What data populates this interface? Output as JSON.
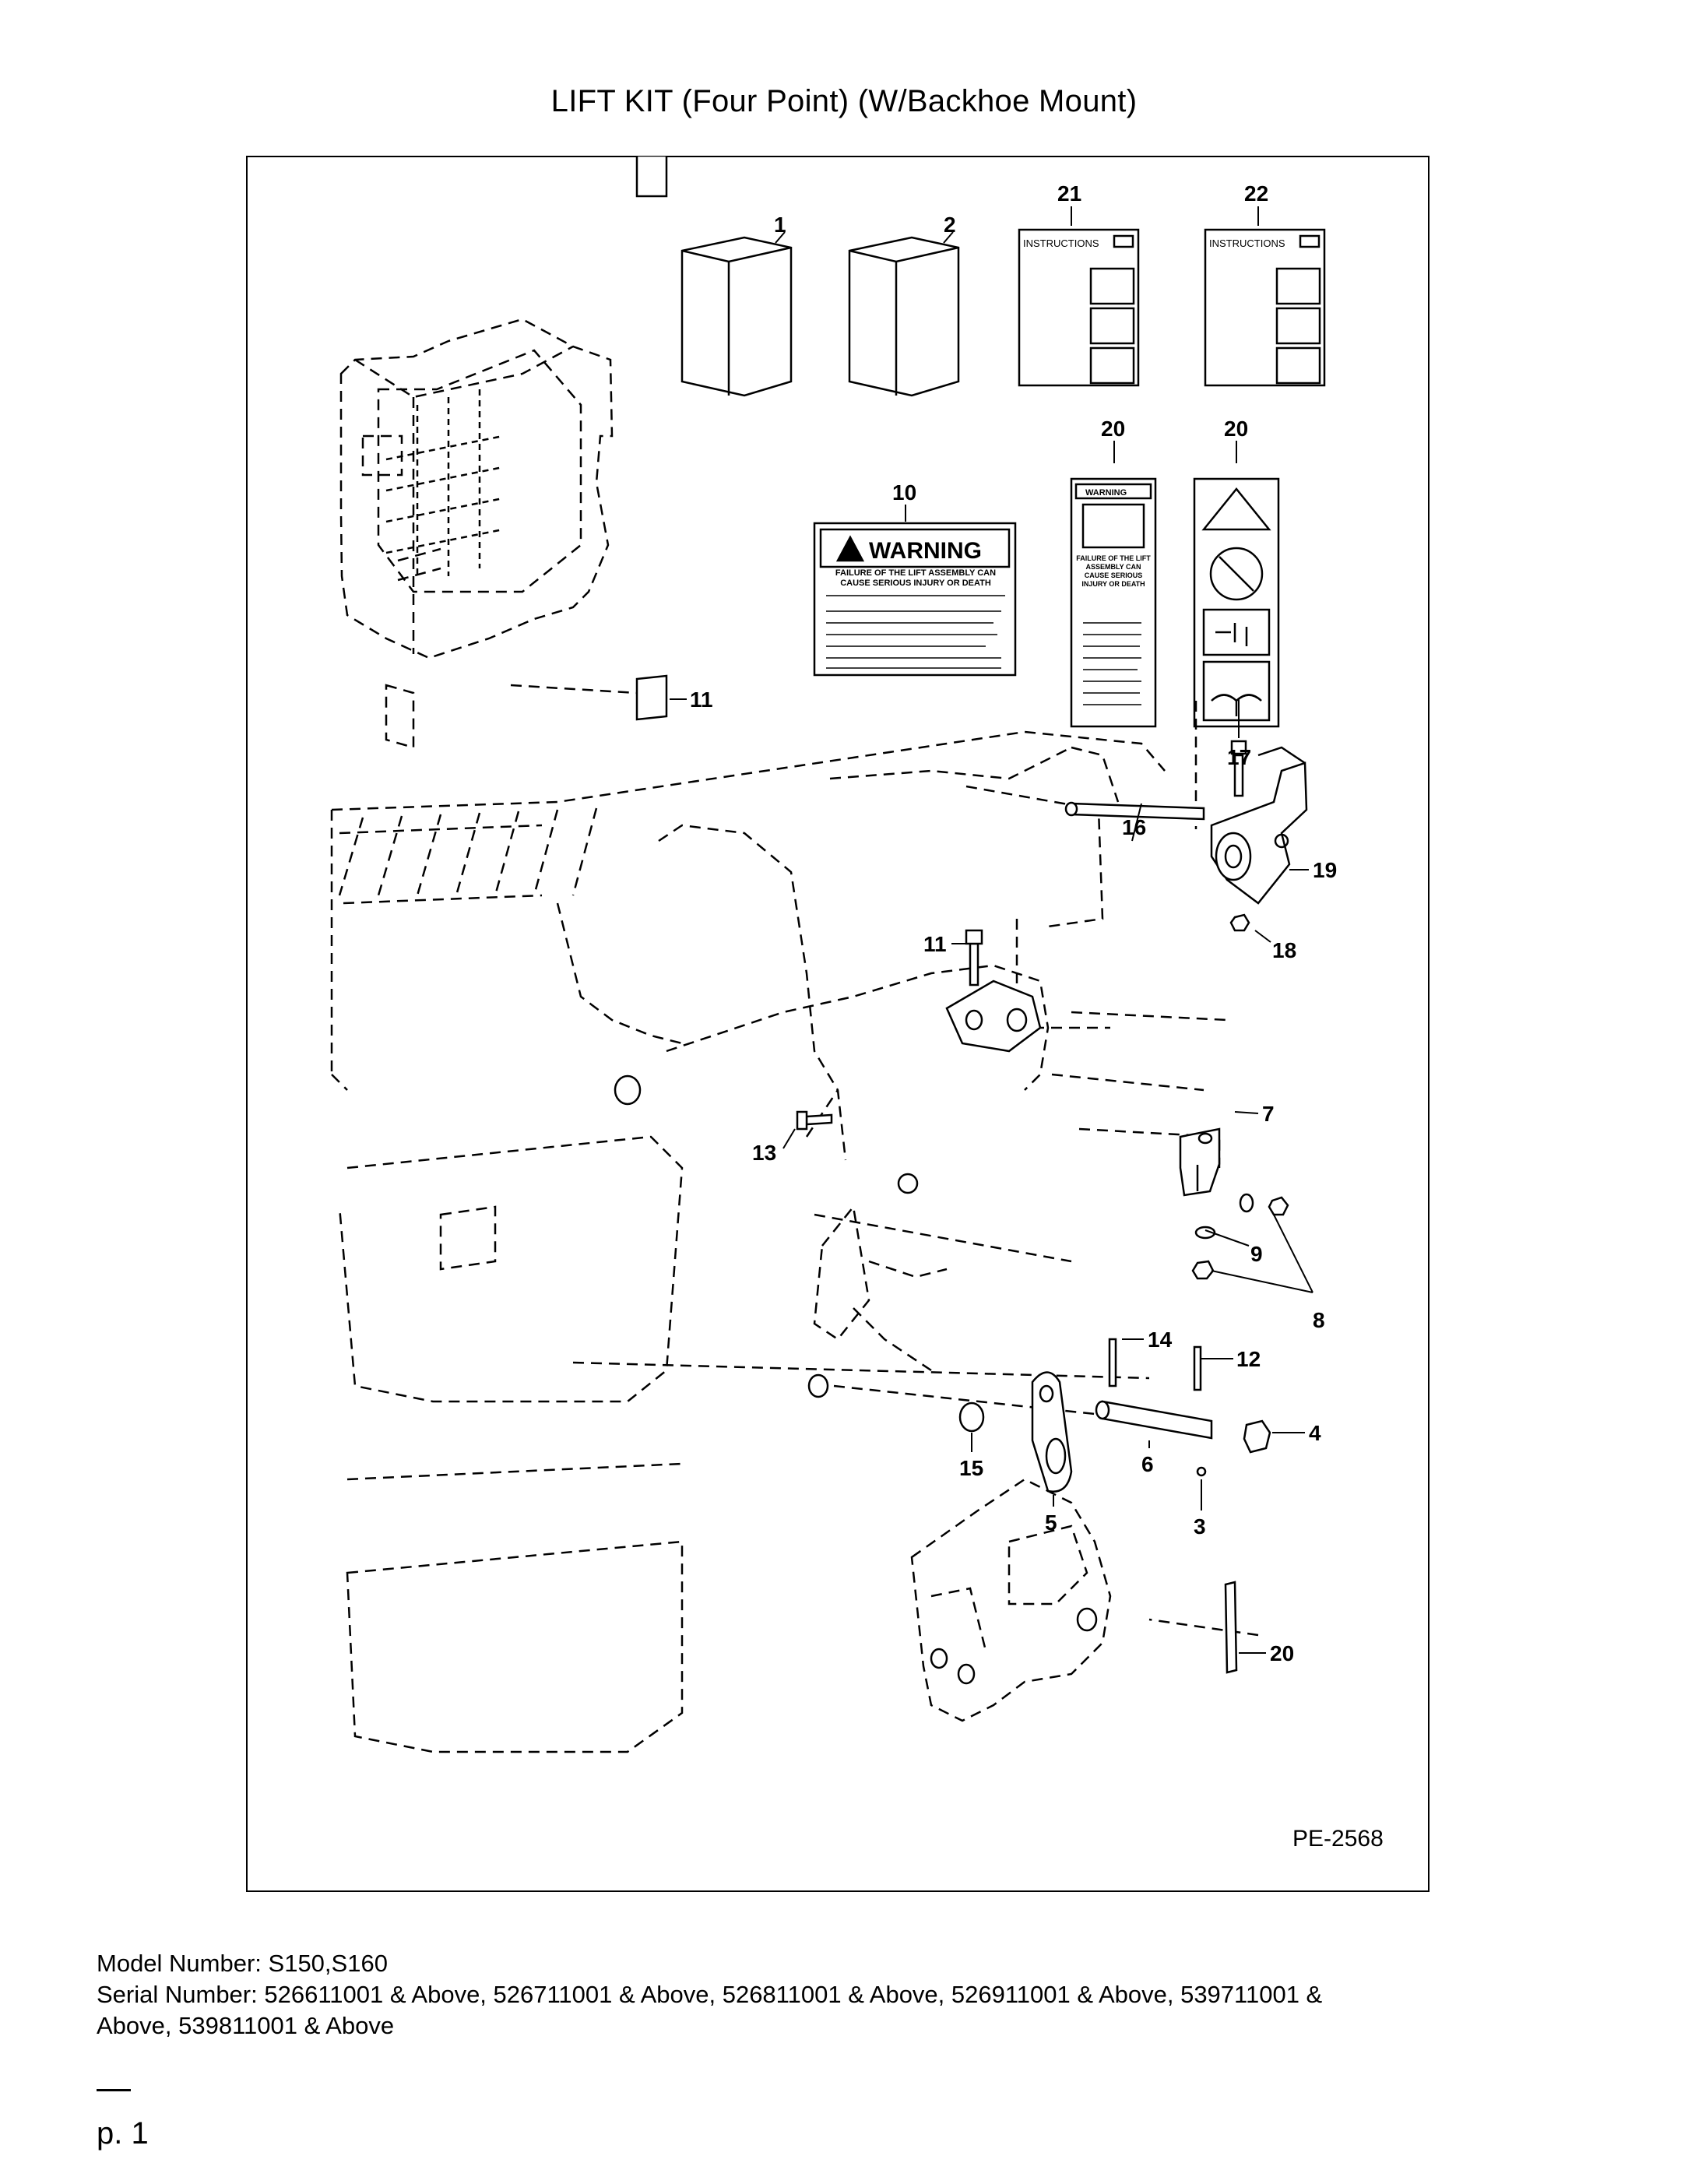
{
  "page": {
    "title": "LIFT KIT (Four Point) (W/Backhoe Mount)",
    "figure_code": "PE-2568",
    "model_line": "Model Number: S150,S160",
    "serial_line_1": "Serial Number: 526611001 & Above, 526711001 & Above, 526811001 & Above, 526911001 & Above, 539711001 &",
    "serial_line_2": "Above, 539811001 & Above",
    "page_number": "p. 1"
  },
  "diagram": {
    "callouts": [
      "1",
      "2",
      "21",
      "22",
      "20",
      "20",
      "10",
      "11",
      "17",
      "16",
      "19",
      "11",
      "18",
      "7",
      "13",
      "9",
      "8",
      "14",
      "12",
      "4",
      "15",
      "6",
      "5",
      "3",
      "20"
    ],
    "decals": {
      "instructions_label": "INSTRUCTIONS",
      "warning_header": "WARNING",
      "warning_text": "FAILURE OF THE LIFT ASSEMBLY CAN CAUSE SERIOUS INJURY OR DEATH",
      "small_warning_header": "WARNING",
      "small_warning_text": "FAILURE OF THE LIFT ASSEMBLY CAN CAUSE SERIOUS INJURY OR DEATH"
    }
  }
}
